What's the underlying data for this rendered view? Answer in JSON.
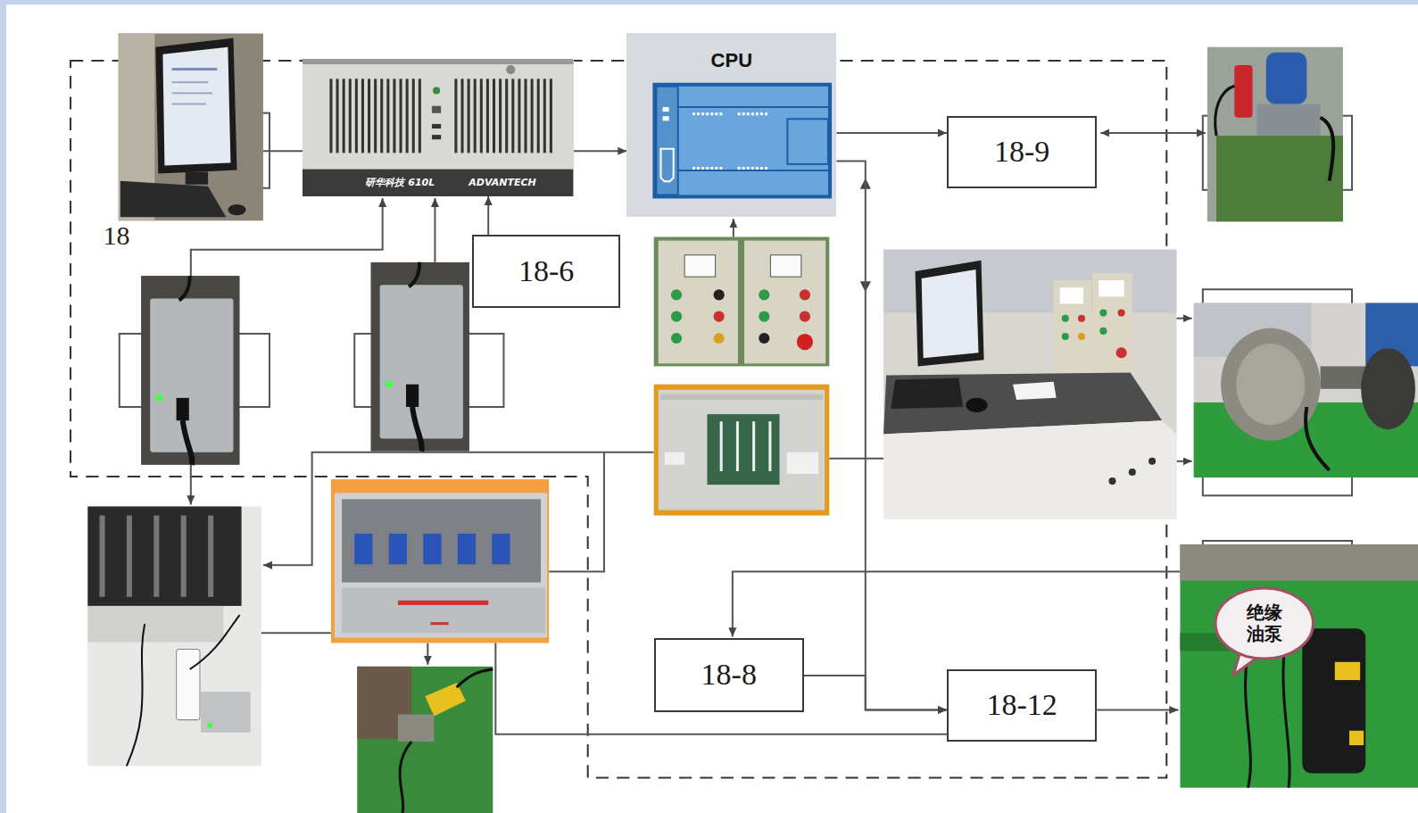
{
  "diagram": {
    "nodes": [
      {
        "text": [
          "研华科技 610L",
          "ADVANTECH"
        ]
      },
      {
        "text": [
          "CPU"
        ]
      },
      {
        "text": [
          "18-9"
        ]
      },
      {
        "text": [
          "18-6"
        ]
      },
      {
        "text": [
          "绝缘油泵"
        ]
      },
      {
        "text": [
          "18-8"
        ]
      },
      {
        "text": [
          "18-12"
        ]
      }
    ],
    "edges": [
      {
        "from": 0,
        "to": 1,
        "arrow": "to"
      },
      {
        "from": 1,
        "to": 2,
        "arrow": "to"
      },
      {
        "from": 3,
        "to": 0,
        "arrow": "to"
      },
      {
        "from": 1,
        "to": 6,
        "arrow": "to"
      },
      {
        "from": 5,
        "to": 6,
        "arrow": "to"
      }
    ],
    "labels": [
      "18"
    ]
  }
}
